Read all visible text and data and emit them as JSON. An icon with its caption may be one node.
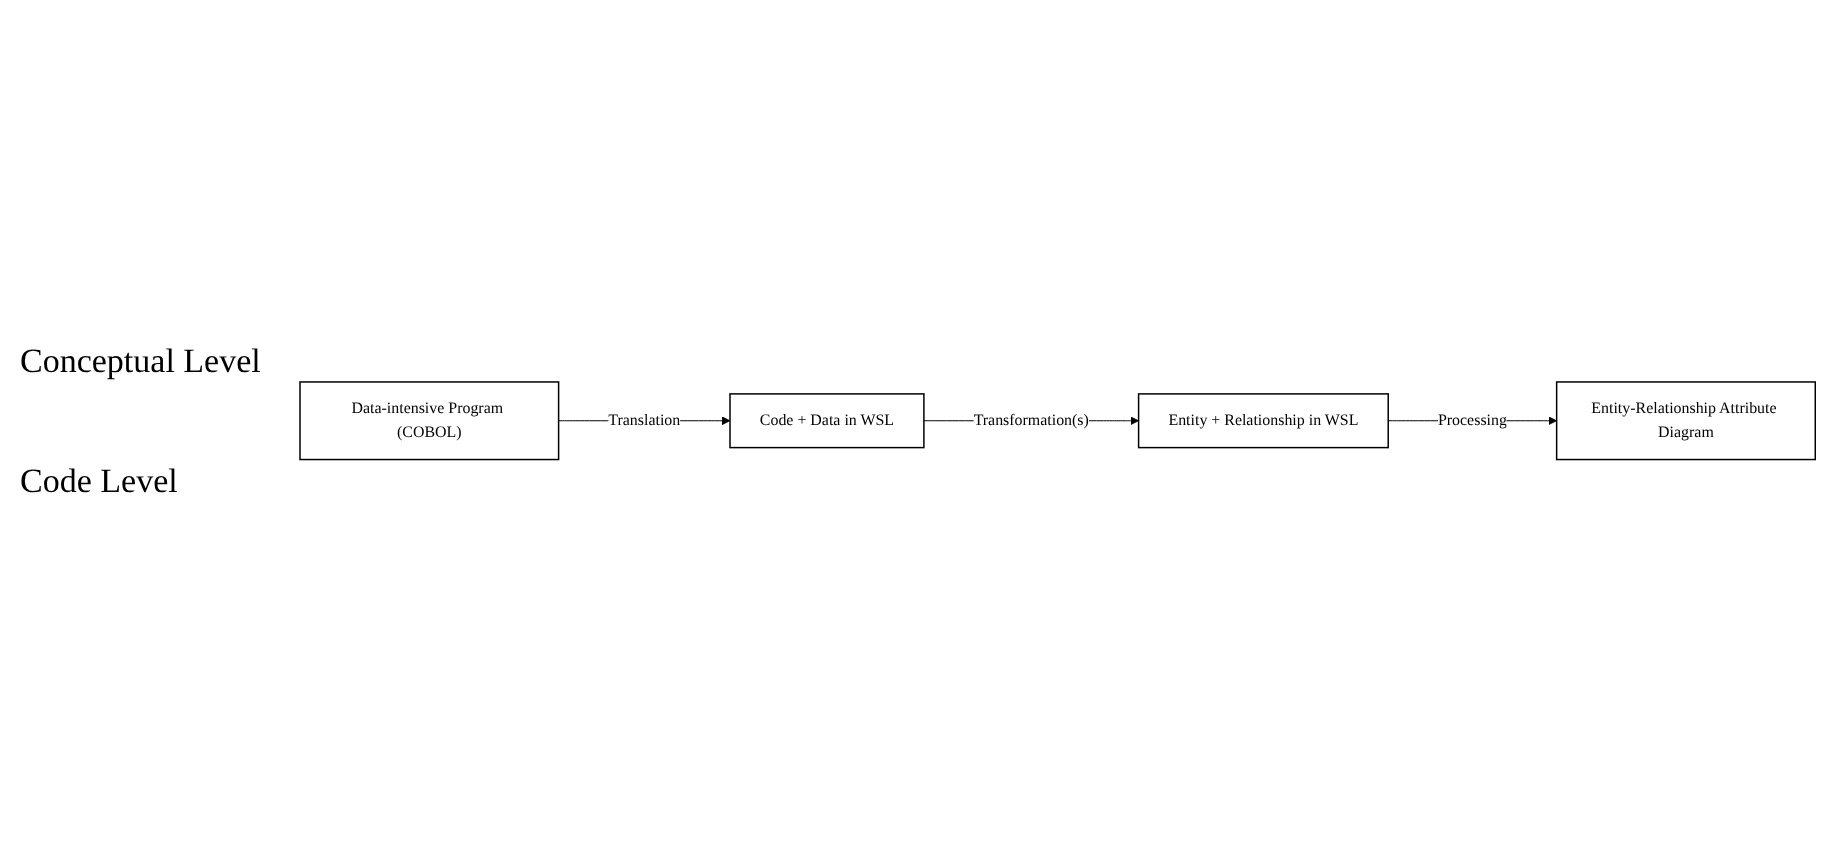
{
  "diagram": {
    "nodes": [
      {
        "text": [
          "Data-intensive Program (COBOL)"
        ]
      },
      {
        "text": [
          "Code + Data in WSL"
        ]
      },
      {
        "text": [
          "Entity + Relationship in WSL"
        ]
      },
      {
        "text": [
          "Entity-Relationship Attribute Diagram"
        ]
      }
    ],
    "edges": [
      {
        "from": 0,
        "to": 1,
        "arrow": "to",
        "label": "Translation"
      },
      {
        "from": 1,
        "to": 2,
        "arrow": "to",
        "label": "Transformation(s)"
      },
      {
        "from": 2,
        "to": 3,
        "arrow": "to",
        "label": "Processing"
      }
    ],
    "labels": [
      "Conceptual Level",
      "Code Level"
    ]
  }
}
